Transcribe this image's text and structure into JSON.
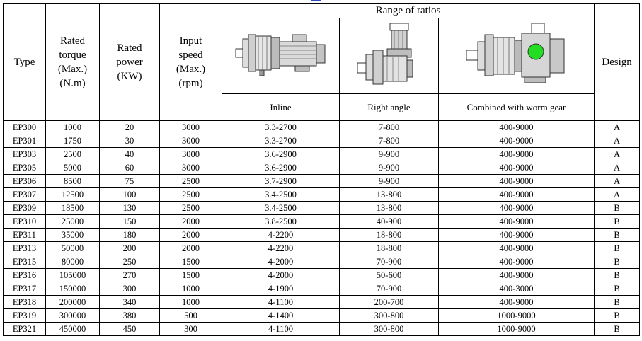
{
  "headers": {
    "type": "Type",
    "rated_torque": [
      "Rated",
      "torque",
      "(Max.)",
      "(N.m)"
    ],
    "rated_power": [
      "Rated",
      "power",
      "(KW)"
    ],
    "input_speed": [
      "Input",
      "speed",
      "(Max.)",
      "(rpm)"
    ],
    "range_of_ratios": "Range of ratios",
    "design": "Design",
    "inline": "Inline",
    "right_angle": "Right angle",
    "worm_gear": "Combined with worm gear"
  },
  "images": {
    "inline": "inline-gear-motor-icon",
    "right_angle": "right-angle-gear-motor-icon",
    "worm_gear": "worm-gear-motor-icon",
    "worm_accent": "#22dd22",
    "motor_accent": "#e02020"
  },
  "rows": [
    {
      "type": "EP300",
      "torque": "1000",
      "power": "20",
      "speed": "3000",
      "inline": "3.3-2700",
      "right": "7-800",
      "worm": "400-9000",
      "design": "A"
    },
    {
      "type": "EP301",
      "torque": "1750",
      "power": "30",
      "speed": "3000",
      "inline": "3.3-2700",
      "right": "7-800",
      "worm": "400-9000",
      "design": "A"
    },
    {
      "type": "EP303",
      "torque": "2500",
      "power": "40",
      "speed": "3000",
      "inline": "3.6-2900",
      "right": "9-900",
      "worm": "400-9000",
      "design": "A"
    },
    {
      "type": "EP305",
      "torque": "5000",
      "power": "60",
      "speed": "3000",
      "inline": "3.6-2900",
      "right": "9-900",
      "worm": "400-9000",
      "design": "A"
    },
    {
      "type": "EP306",
      "torque": "8500",
      "power": "75",
      "speed": "2500",
      "inline": "3.7-2900",
      "right": "9-900",
      "worm": "400-9000",
      "design": "A"
    },
    {
      "type": "EP307",
      "torque": "12500",
      "power": "100",
      "speed": "2500",
      "inline": "3.4-2500",
      "right": "13-800",
      "worm": "400-9000",
      "design": "A"
    },
    {
      "type": "EP309",
      "torque": "18500",
      "power": "130",
      "speed": "2500",
      "inline": "3.4-2500",
      "right": "13-800",
      "worm": "400-9000",
      "design": "B"
    },
    {
      "type": "EP310",
      "torque": "25000",
      "power": "150",
      "speed": "2000",
      "inline": "3.8-2500",
      "right": "40-900",
      "worm": "400-9000",
      "design": "B"
    },
    {
      "type": "EP311",
      "torque": "35000",
      "power": "180",
      "speed": "2000",
      "inline": "4-2200",
      "right": "18-800",
      "worm": "400-9000",
      "design": "B"
    },
    {
      "type": "EP313",
      "torque": "50000",
      "power": "200",
      "speed": "2000",
      "inline": "4-2200",
      "right": "18-800",
      "worm": "400-9000",
      "design": "B"
    },
    {
      "type": "EP315",
      "torque": "80000",
      "power": "250",
      "speed": "1500",
      "inline": "4-2000",
      "right": "70-900",
      "worm": "400-9000",
      "design": "B"
    },
    {
      "type": "EP316",
      "torque": "105000",
      "power": "270",
      "speed": "1500",
      "inline": "4-2000",
      "right": "50-600",
      "worm": "400-9000",
      "design": "B"
    },
    {
      "type": "EP317",
      "torque": "150000",
      "power": "300",
      "speed": "1000",
      "inline": "4-1900",
      "right": "70-900",
      "worm": "400-3000",
      "design": "B"
    },
    {
      "type": "EP318",
      "torque": "200000",
      "power": "340",
      "speed": "1000",
      "inline": "4-1100",
      "right": "200-700",
      "worm": "400-9000",
      "design": "B"
    },
    {
      "type": "EP319",
      "torque": "300000",
      "power": "380",
      "speed": "500",
      "inline": "4-1400",
      "right": "300-800",
      "worm": "1000-9000",
      "design": "B"
    },
    {
      "type": "EP321",
      "torque": "450000",
      "power": "450",
      "speed": "300",
      "inline": "4-1100",
      "right": "300-800",
      "worm": "1000-9000",
      "design": "B"
    }
  ]
}
